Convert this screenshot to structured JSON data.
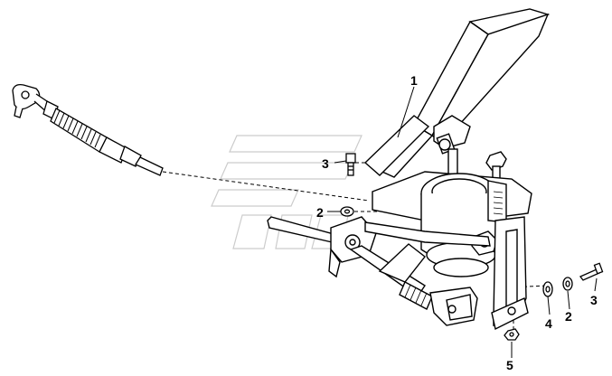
{
  "diagram": {
    "callouts": {
      "c1": "1",
      "c2a": "2",
      "c2b": "2",
      "c3a": "3",
      "c3b": "3",
      "c4": "4",
      "c5": "5"
    },
    "line_color": "#000000",
    "background": "#ffffff",
    "watermark_color": "#cccccc"
  }
}
